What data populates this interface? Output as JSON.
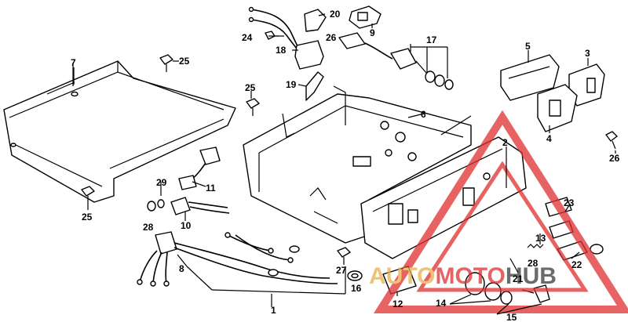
{
  "diagram": {
    "callouts": [
      {
        "id": "1",
        "label": "1"
      },
      {
        "id": "2",
        "label": "2"
      },
      {
        "id": "3",
        "label": "3"
      },
      {
        "id": "4",
        "label": "4"
      },
      {
        "id": "5",
        "label": "5"
      },
      {
        "id": "6",
        "label": "6"
      },
      {
        "id": "7",
        "label": "7"
      },
      {
        "id": "8",
        "label": "8"
      },
      {
        "id": "9",
        "label": "9"
      },
      {
        "id": "10",
        "label": "10"
      },
      {
        "id": "11",
        "label": "11"
      },
      {
        "id": "12",
        "label": "12"
      },
      {
        "id": "13",
        "label": "13"
      },
      {
        "id": "14",
        "label": "14"
      },
      {
        "id": "15",
        "label": "15"
      },
      {
        "id": "16",
        "label": "16"
      },
      {
        "id": "17",
        "label": "17"
      },
      {
        "id": "18",
        "label": "18"
      },
      {
        "id": "19",
        "label": "19"
      },
      {
        "id": "20",
        "label": "20"
      },
      {
        "id": "21",
        "label": "21"
      },
      {
        "id": "22",
        "label": "22"
      },
      {
        "id": "23",
        "label": "23"
      },
      {
        "id": "24",
        "label": "24"
      },
      {
        "id": "25a",
        "label": "25"
      },
      {
        "id": "25b",
        "label": "25"
      },
      {
        "id": "25c",
        "label": "25"
      },
      {
        "id": "26a",
        "label": "26"
      },
      {
        "id": "26b",
        "label": "26"
      },
      {
        "id": "27",
        "label": "27"
      },
      {
        "id": "28a",
        "label": "28"
      },
      {
        "id": "28b",
        "label": "28"
      },
      {
        "id": "29",
        "label": "29"
      }
    ]
  },
  "watermark": {
    "text_part1": "AUTO",
    "text_part2": "MOTO",
    "text_part3": "HUB",
    "color_red": "#e03030",
    "color_gold": "#e8b04a",
    "color_dark": "#3a3a3a"
  }
}
